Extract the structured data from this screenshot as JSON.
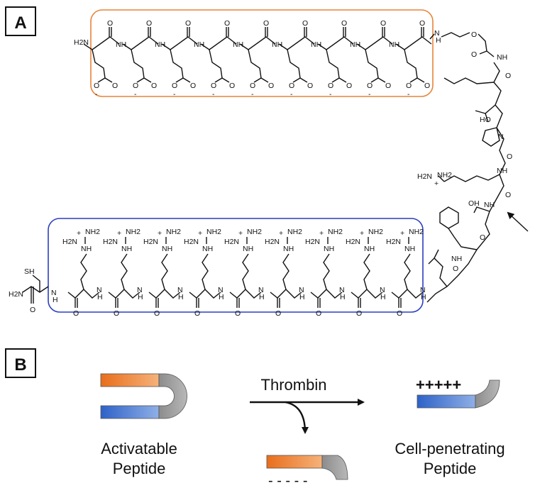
{
  "panel_a": {
    "letter": "A",
    "acidic_block": {
      "n_terminus": "H2N",
      "residue_count": 9,
      "atom_labels": {
        "amide": "NH",
        "carbonyl": "O",
        "carboxylate": "O",
        "charge": "-"
      },
      "box_color": "#E8843A"
    },
    "linker": {
      "atom_labels": [
        "N",
        "H",
        "O",
        "O"
      ]
    },
    "cleavage_site": {
      "labels": [
        "NH",
        "O",
        "HO",
        "N",
        "O",
        "NH",
        "O",
        "H2N",
        "NH2",
        "+",
        "NH",
        "O",
        "OH",
        "NH",
        "O"
      ]
    },
    "basic_block": {
      "residue_count": 9,
      "side_chain_labels": {
        "guanidine_nh2_top": "NH2",
        "guanidine_nh2_left": "H2N",
        "plus": "+",
        "nh": "NH"
      },
      "backbone_labels": {
        "amide": "N",
        "h": "H",
        "carbonyl": "O"
      },
      "box_color": "#2B3FC0"
    },
    "c_terminus": {
      "thiol": "SH",
      "amide": "H2N",
      "carbonyl": "O",
      "n": "N",
      "h": "H"
    }
  },
  "panel_b": {
    "letter": "B",
    "arrow_label": "Thrombin",
    "left_label_line1": "Activatable",
    "left_label_line2": "Peptide",
    "right_label_line1": "Cell-penetrating",
    "right_label_line2": "Peptide",
    "plus_text": "+++++",
    "minus_text": "- - - - -",
    "colors": {
      "orange": "#E87722",
      "blue": "#3B6FC8",
      "gray": "#9A9A9A"
    }
  }
}
